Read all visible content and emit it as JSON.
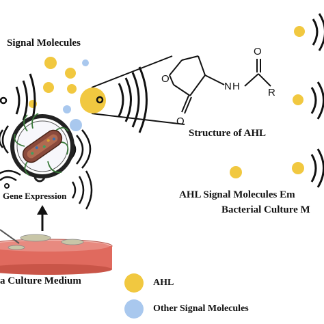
{
  "labels": {
    "signal_molecules": "Signal Molecules",
    "structure_of_ahl": "Structure of AHL",
    "gene_expression": "Gene Expression",
    "culture_medium": "a Culture Medium",
    "emitted_line1": "AHL Signal Molecules Em",
    "emitted_line2": "Bacterial Culture M"
  },
  "structure_atoms": {
    "ring_oxygen": "O",
    "carbonyl_oxygen_ring": "O",
    "amide_nitrogen": "N",
    "amide_hydrogen": "H",
    "amide_oxygen": "O",
    "r_group": "R"
  },
  "legend": {
    "items": [
      {
        "label": "AHL",
        "color": "#f1c840"
      },
      {
        "label": "Other Signal Molecules",
        "color": "#a9c8ee"
      }
    ]
  },
  "colors": {
    "ahl": "#f1c840",
    "other_signal": "#a9c8ee",
    "culture_medium": "#e06a5e",
    "bacterium_body": "#8a4a3c",
    "bacterium_flagella": "#3a7a3a",
    "magnifier_ring": "#222222"
  }
}
